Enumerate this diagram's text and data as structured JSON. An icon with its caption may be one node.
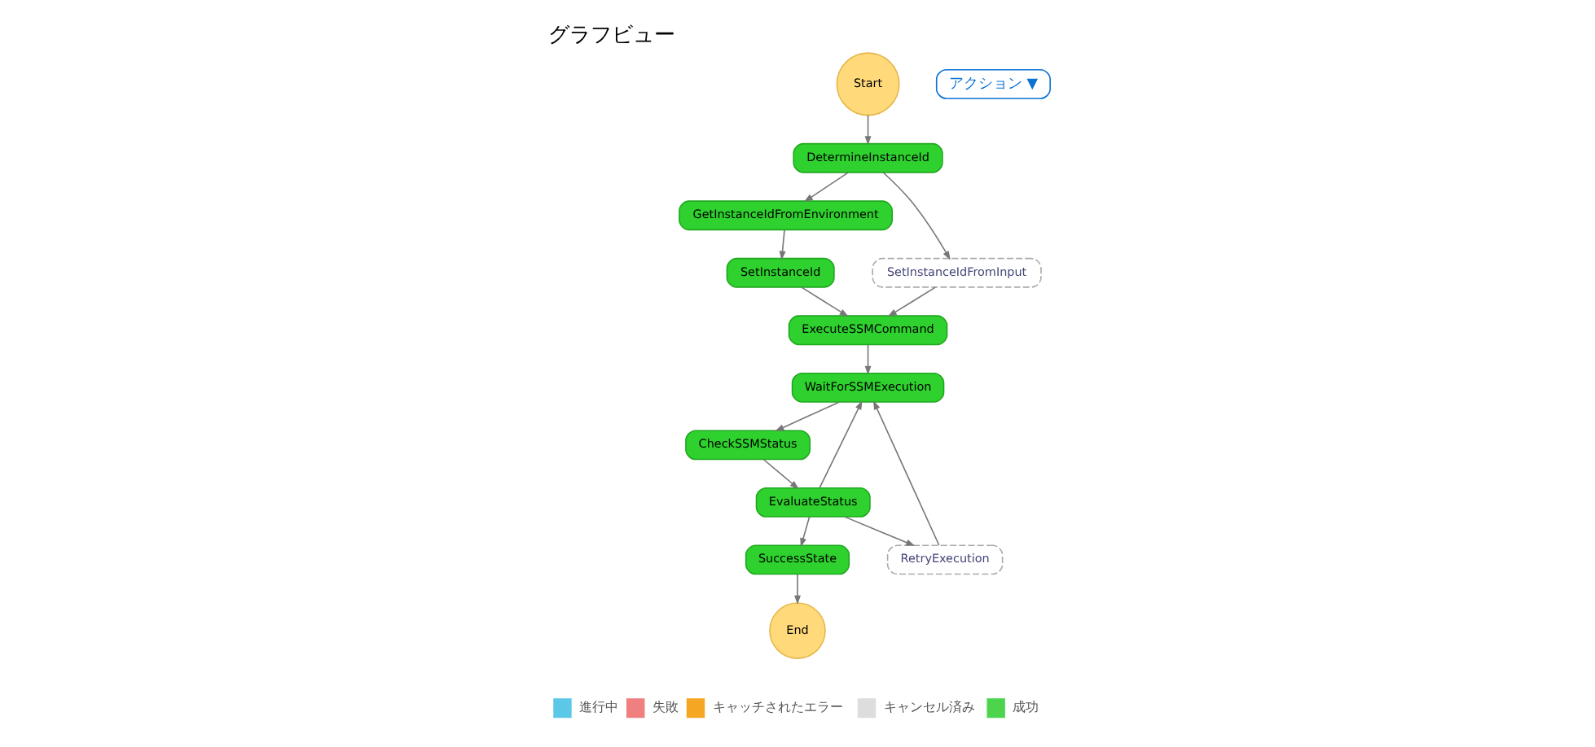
{
  "diagram": {
    "title": "グラフビュー",
    "nodes": [
      {
        "text": [
          "Start"
        ]
      },
      {
        "text": [
          "DetermineInstanceId"
        ]
      },
      {
        "text": [
          "GetInstanceIdFromEnvironment"
        ]
      },
      {
        "text": [
          "SetInstanceIdFromInput"
        ]
      },
      {
        "text": [
          "SetInstanceId"
        ]
      },
      {
        "text": [
          "ExecuteSSMCommand"
        ]
      },
      {
        "text": [
          "WaitForSSMExecution"
        ]
      },
      {
        "text": [
          "CheckSSMStatus"
        ]
      },
      {
        "text": [
          "EvaluateStatus"
        ]
      },
      {
        "text": [
          "SuccessState"
        ]
      },
      {
        "text": [
          "RetryExecution"
        ]
      },
      {
        "text": [
          "End"
        ]
      }
    ],
    "edges": [
      {
        "from": 0,
        "to": 1,
        "arrow": "to"
      },
      {
        "from": 1,
        "to": 3,
        "arrow": "to"
      },
      {
        "from": 1,
        "to": 2,
        "arrow": "to"
      },
      {
        "from": 2,
        "to": 4,
        "arrow": "to"
      },
      {
        "from": 3,
        "to": 5,
        "arrow": "to"
      },
      {
        "from": 4,
        "to": 5,
        "arrow": "to"
      },
      {
        "from": 5,
        "to": 6,
        "arrow": "to"
      },
      {
        "from": 6,
        "to": 7,
        "arrow": "to"
      },
      {
        "from": 7,
        "to": 8,
        "arrow": "to"
      },
      {
        "from": 8,
        "to": 6,
        "arrow": "to"
      },
      {
        "from": 8,
        "to": 9,
        "arrow": "to"
      },
      {
        "from": 8,
        "to": 10,
        "arrow": "to"
      },
      {
        "from": 10,
        "to": 6,
        "arrow": "to"
      },
      {
        "from": 9,
        "to": 11,
        "arrow": "to"
      }
    ],
    "labels": [
      "アクション ▼"
    ],
    "legend": [
      {
        "text": "進行中",
        "color": "#5bc8e8"
      },
      {
        "text": "失敗",
        "color": "#f08080"
      },
      {
        "text": "キャッチされたエラー",
        "color": "#f5a623"
      },
      {
        "text": "キャンセル済み",
        "color": "#dddddd"
      },
      {
        "text": "成功",
        "color": "#4cd54c"
      }
    ]
  }
}
